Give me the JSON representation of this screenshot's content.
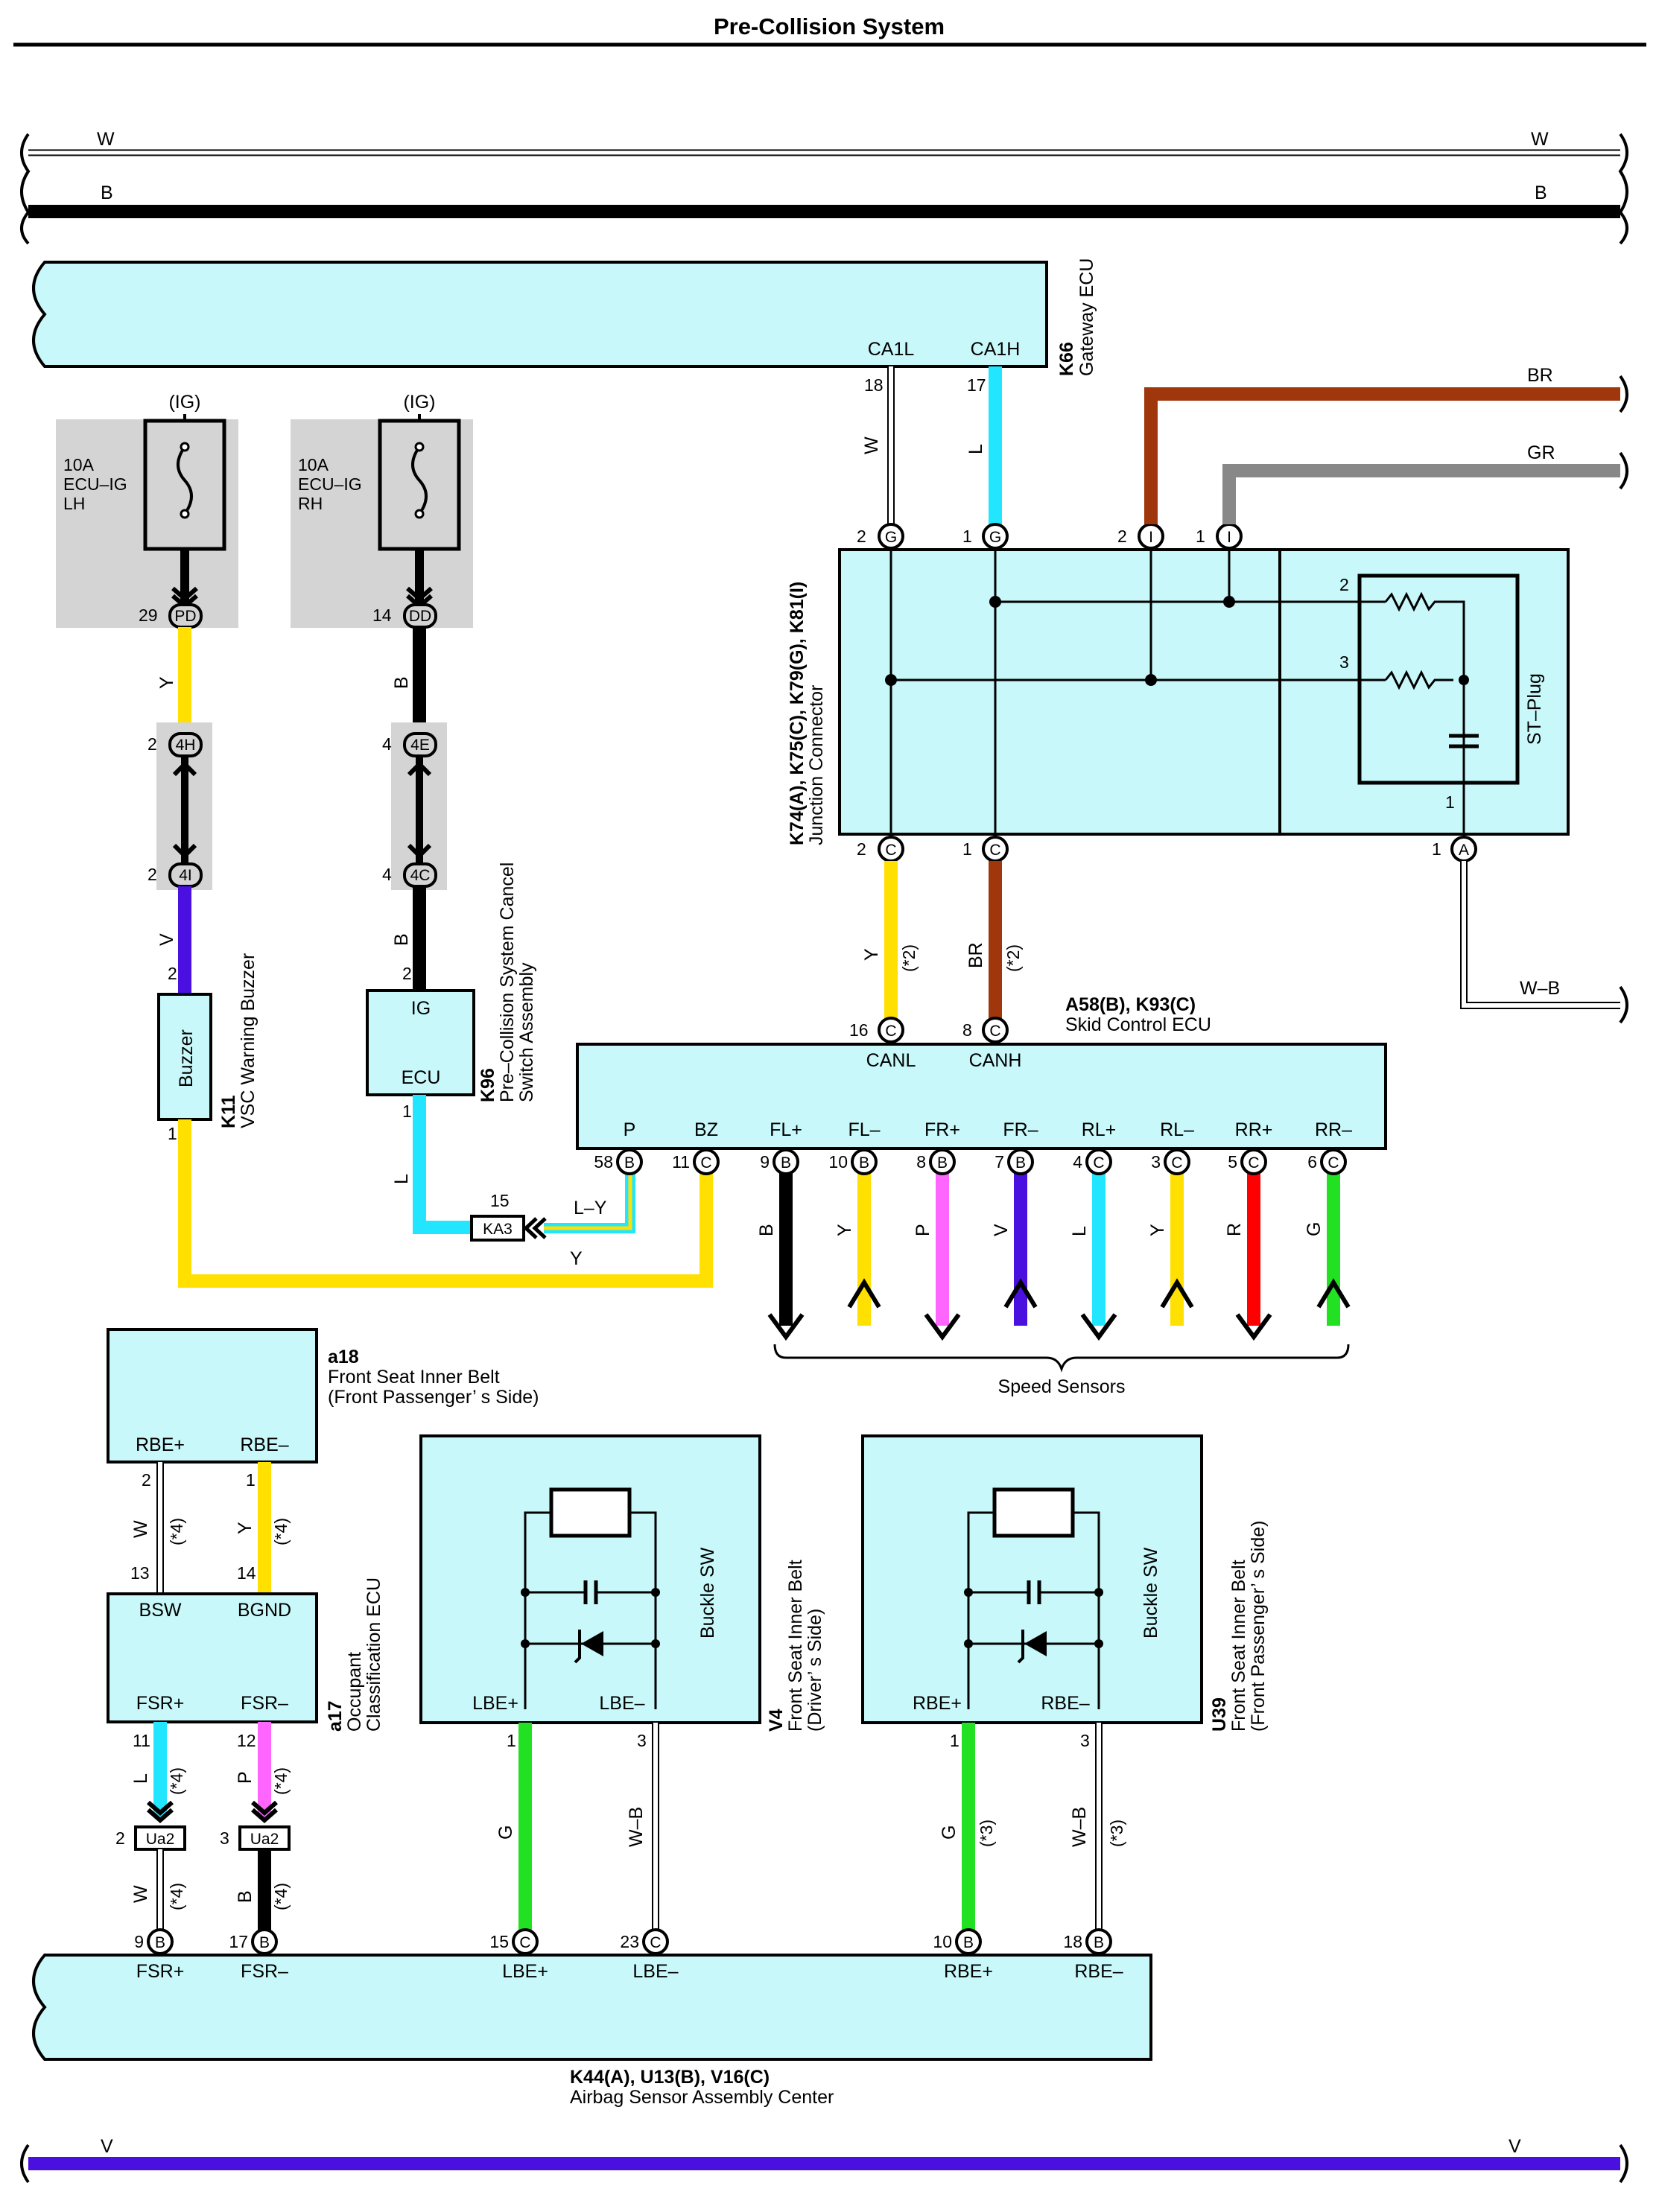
{
  "title": "Pre-Collision System",
  "power_lines": {
    "top_w": "W",
    "top_b": "B",
    "bottom_v": "V"
  },
  "gateway_ecu": {
    "code": "K66",
    "name": "Gateway ECU",
    "pin_ca1l": "CA1L",
    "pin_ca1h": "CA1H",
    "num_ca1l": "18",
    "num_ca1h": "17",
    "wire_ca1l": "W",
    "wire_ca1h": "L"
  },
  "fuses": [
    {
      "ig": "(IG)",
      "rating": "10A",
      "name1": "ECU–IG",
      "name2": "LH",
      "term_num": "29",
      "term": "PD"
    },
    {
      "ig": "(IG)",
      "rating": "10A",
      "name1": "ECU–IG",
      "name2": "RH",
      "term_num": "14",
      "term": "DD"
    }
  ],
  "left_branch": {
    "wire1": "Y",
    "c1_num": "2",
    "c1": "4H",
    "c2_num": "2",
    "c2": "4I",
    "wire2": "V",
    "pin_in": "2",
    "pin_out": "1"
  },
  "mid_branch": {
    "wire1": "B",
    "c1_num": "4",
    "c1": "4E",
    "c2_num": "4",
    "c2": "4C",
    "wire2": "B",
    "pin_in": "2",
    "pin_out": "1",
    "wire_out": "L"
  },
  "buzzer": {
    "code": "K11",
    "name": "VSC Warning Buzzer",
    "label": "Buzzer"
  },
  "cancel_switch": {
    "code": "K96",
    "name1": "Pre–Collision System Cancel",
    "name2": "Switch Assembly",
    "ig": "IG",
    "ecu": "ECU"
  },
  "ka3": {
    "num": "15",
    "label": "KA3",
    "wire": "L–Y",
    "wire_y": "Y"
  },
  "junction": {
    "codes": "K74(A), K75(C), K79(G), K81(I)",
    "name": "Junction Connector",
    "top_pins": [
      {
        "num": "2",
        "pin": "G"
      },
      {
        "num": "1",
        "pin": "G"
      },
      {
        "num": "2",
        "pin": "I"
      },
      {
        "num": "1",
        "pin": "I"
      }
    ],
    "bottom_pins": [
      {
        "num": "2",
        "pin": "C"
      },
      {
        "num": "1",
        "pin": "C"
      },
      {
        "num": "1",
        "pin": "A"
      }
    ],
    "st_plug": "ST–Plug",
    "st_n2": "2",
    "st_n3": "3",
    "st_n1": "1",
    "wire_br": "BR",
    "wire_gr": "GR",
    "wire_wb": "W–B"
  },
  "can_wires": {
    "canl_wire": "Y",
    "canl_note": "(*2)",
    "canh_wire": "BR",
    "canh_note": "(*2)"
  },
  "skid_ecu": {
    "codes": "A58(B), K93(C)",
    "name": "Skid Control ECU",
    "canl_num": "16",
    "canl_pin": "C",
    "canl": "CANL",
    "canh_num": "8",
    "canh_pin": "C",
    "canh": "CANH",
    "pins": [
      {
        "label": "P",
        "num": "58",
        "pin": "B",
        "wire": ""
      },
      {
        "label": "BZ",
        "num": "11",
        "pin": "C",
        "wire": ""
      },
      {
        "label": "FL+",
        "num": "9",
        "pin": "B",
        "wire": "B",
        "color": "#000000"
      },
      {
        "label": "FL–",
        "num": "10",
        "pin": "B",
        "wire": "Y",
        "color": "#ffe000"
      },
      {
        "label": "FR+",
        "num": "8",
        "pin": "B",
        "wire": "P",
        "color": "#ff66ff"
      },
      {
        "label": "FR–",
        "num": "7",
        "pin": "B",
        "wire": "V",
        "color": "#4a10e0"
      },
      {
        "label": "RL+",
        "num": "4",
        "pin": "C",
        "wire": "L",
        "color": "#22e6ff"
      },
      {
        "label": "RL–",
        "num": "3",
        "pin": "C",
        "wire": "Y",
        "color": "#ffe000"
      },
      {
        "label": "RR+",
        "num": "5",
        "pin": "C",
        "wire": "R",
        "color": "#ff0000"
      },
      {
        "label": "RR–",
        "num": "6",
        "pin": "C",
        "wire": "G",
        "color": "#22e022"
      }
    ],
    "speed_sensors": "Speed Sensors"
  },
  "a18": {
    "code": "a18",
    "name1": "Front Seat Inner Belt",
    "name2": "(Front Passenger’ s Side)",
    "pin1": "RBE+",
    "pin2": "RBE–",
    "num1": "2",
    "num2": "1",
    "wire1": "W",
    "wire2": "Y",
    "note": "(*4)"
  },
  "a17": {
    "code": "a17",
    "name1": "Occupant",
    "name2": "Classification ECU",
    "bsw": "BSW",
    "bgnd": "BGND",
    "num_bsw": "13",
    "num_bgnd": "14",
    "fsrp": "FSR+",
    "fsrm": "FSR–",
    "num_fsrp": "11",
    "num_fsrm": "12",
    "wire_fsrp": "L",
    "wire_fsrm": "P",
    "note": "(*4)"
  },
  "ua2": [
    {
      "num": "2",
      "label": "Ua2",
      "wire": "W",
      "note": "(*4)"
    },
    {
      "num": "3",
      "label": "Ua2",
      "wire": "B",
      "note": "(*4)"
    }
  ],
  "v4": {
    "code": "V4",
    "name1": "Front Seat Inner Belt",
    "name2": "(Driver’ s Side)",
    "sw": "Buckle SW",
    "pin1": "LBE+",
    "pin2": "LBE–",
    "num1": "1",
    "num2": "3",
    "wire1": "G",
    "wire2": "W–B"
  },
  "u39": {
    "code": "U39",
    "name1": "Front Seat Inner Belt",
    "name2": "(Front Passenger’ s Side)",
    "sw": "Buckle SW",
    "pin1": "RBE+",
    "pin2": "RBE–",
    "num1": "1",
    "num2": "3",
    "wire1": "G",
    "wire2": "W–B",
    "note": "(*3)"
  },
  "airbag": {
    "codes": "K44(A), U13(B), V16(C)",
    "name": "Airbag Sensor Assembly Center",
    "pins": [
      {
        "num": "9",
        "pin": "B",
        "label": "FSR+"
      },
      {
        "num": "17",
        "pin": "B",
        "label": "FSR–"
      },
      {
        "num": "15",
        "pin": "C",
        "label": "LBE+"
      },
      {
        "num": "23",
        "pin": "C",
        "label": "LBE–"
      },
      {
        "num": "10",
        "pin": "B",
        "label": "RBE+"
      },
      {
        "num": "18",
        "pin": "B",
        "label": "RBE–"
      }
    ]
  },
  "colors": {
    "box": "#c8f8fa",
    "yellow": "#ffe000",
    "blue": "#22e6ff",
    "violet": "#4a10e0",
    "brown": "#a0360c",
    "green": "#22e022",
    "pink": "#ff66ff",
    "gray": "#888888"
  }
}
